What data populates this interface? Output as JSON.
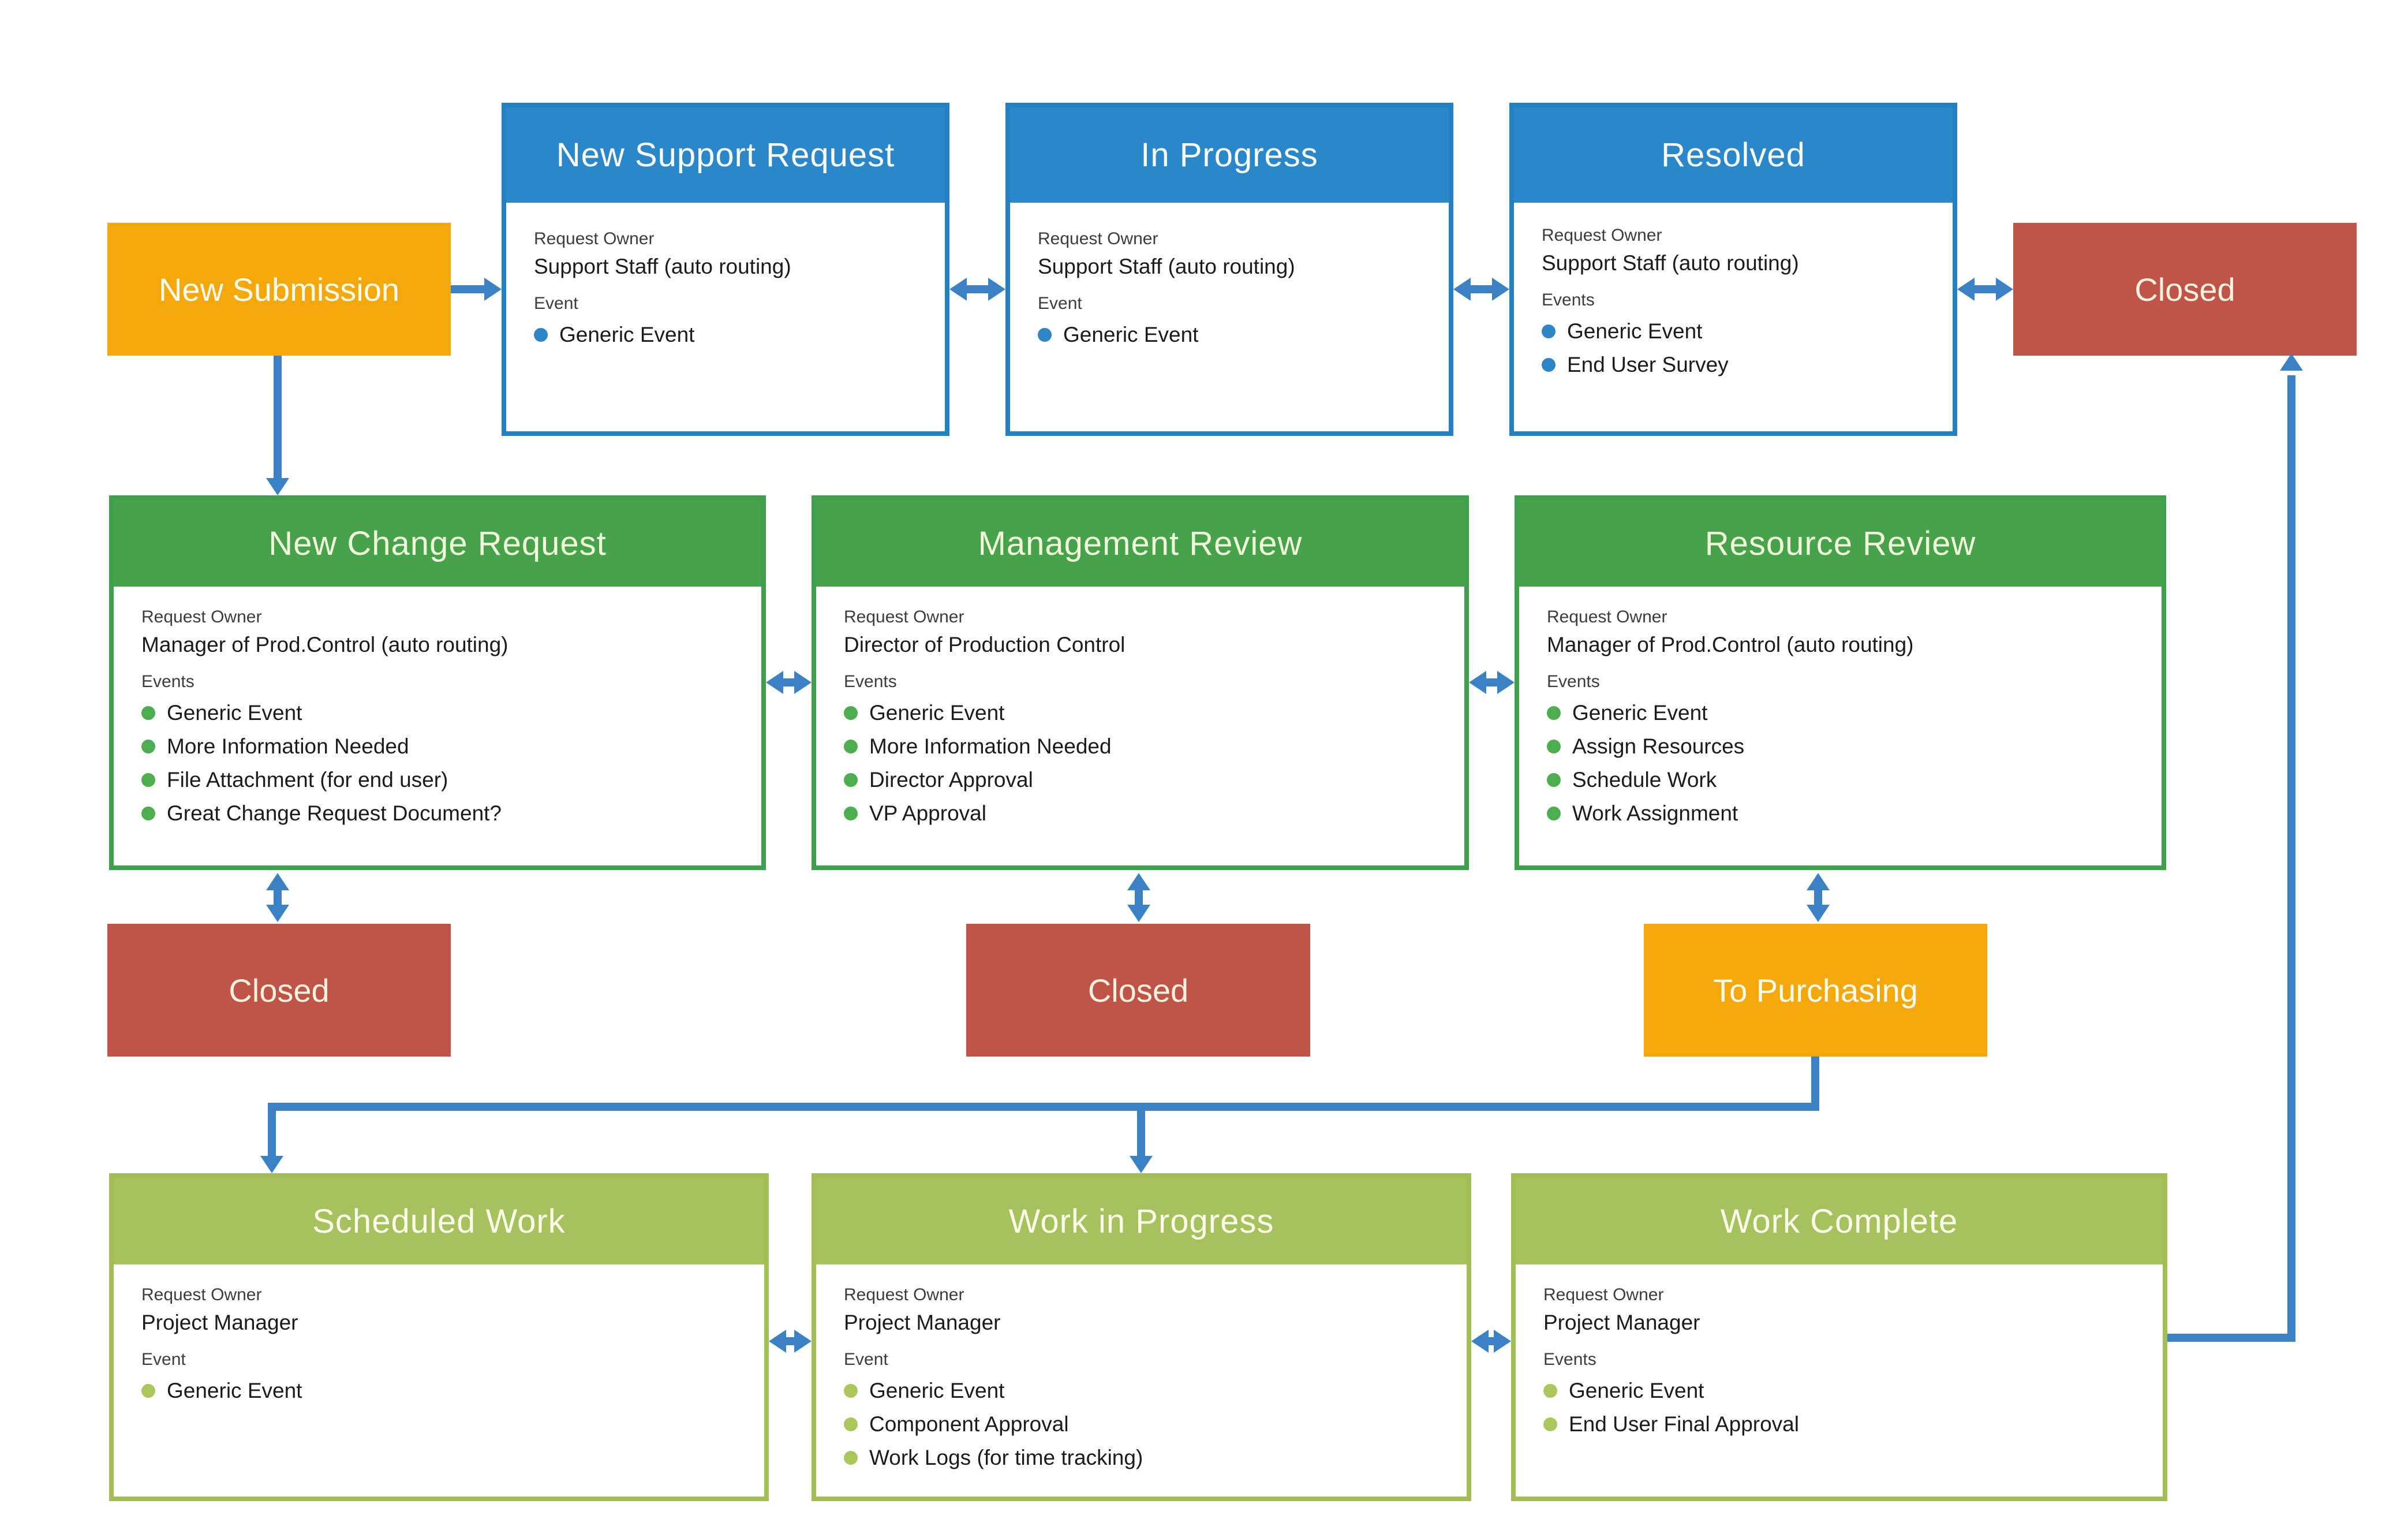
{
  "colors": {
    "blue": "#2987CA",
    "green": "#46A34B",
    "light_green": "#A5C25C",
    "orange": "#F5A80B",
    "red": "#C05449",
    "arrow_blue": "#3B82C4",
    "body_background": "#FFFFFF"
  },
  "boxes": {
    "new_submission": {
      "title": "New Submission"
    },
    "new_support_request": {
      "title": "New Support Request",
      "owner_label": "Request Owner",
      "owner": "Support Staff (auto routing)",
      "events_label": "Event",
      "events": [
        "Generic Event"
      ]
    },
    "in_progress": {
      "title": "In Progress",
      "owner_label": "Request Owner",
      "owner": "Support Staff (auto routing)",
      "events_label": "Event",
      "events": [
        "Generic Event"
      ]
    },
    "resolved": {
      "title": "Resolved",
      "owner_label": "Request Owner",
      "owner": "Support Staff (auto routing)",
      "events_label": "Events",
      "events": [
        "Generic Event",
        "End User Survey"
      ]
    },
    "closed_top": {
      "title": "Closed"
    },
    "new_change_request": {
      "title": "New Change Request",
      "owner_label": "Request Owner",
      "owner": "Manager of Prod.Control (auto routing)",
      "events_label": "Events",
      "events": [
        "Generic Event",
        "More Information Needed",
        "File Attachment (for end user)",
        "Great Change Request Document?"
      ]
    },
    "management_review": {
      "title": "Management Review",
      "owner_label": "Request Owner",
      "owner": "Director of Production Control",
      "events_label": "Events",
      "events": [
        "Generic Event",
        "More Information Needed",
        "Director Approval",
        "VP Approval"
      ]
    },
    "resource_review": {
      "title": "Resource Review",
      "owner_label": "Request Owner",
      "owner": "Manager of Prod.Control (auto routing)",
      "events_label": "Events",
      "events": [
        "Generic Event",
        "Assign Resources",
        "Schedule Work",
        "Work Assignment"
      ]
    },
    "closed_left": {
      "title": "Closed"
    },
    "closed_middle": {
      "title": "Closed"
    },
    "to_purchasing": {
      "title": "To Purchasing"
    },
    "scheduled_work": {
      "title": "Scheduled Work",
      "owner_label": "Request Owner",
      "owner": "Project Manager",
      "events_label": "Event",
      "events": [
        "Generic Event"
      ]
    },
    "work_in_progress": {
      "title": "Work in Progress",
      "owner_label": "Request Owner",
      "owner": "Project Manager",
      "events_label": "Event",
      "events": [
        "Generic Event",
        "Component Approval",
        "Work Logs (for time tracking)"
      ]
    },
    "work_complete": {
      "title": "Work Complete",
      "owner_label": "Request Owner",
      "owner": "Project Manager",
      "events_label": "Events",
      "events": [
        "Generic Event",
        "End User Final Approval"
      ]
    }
  }
}
